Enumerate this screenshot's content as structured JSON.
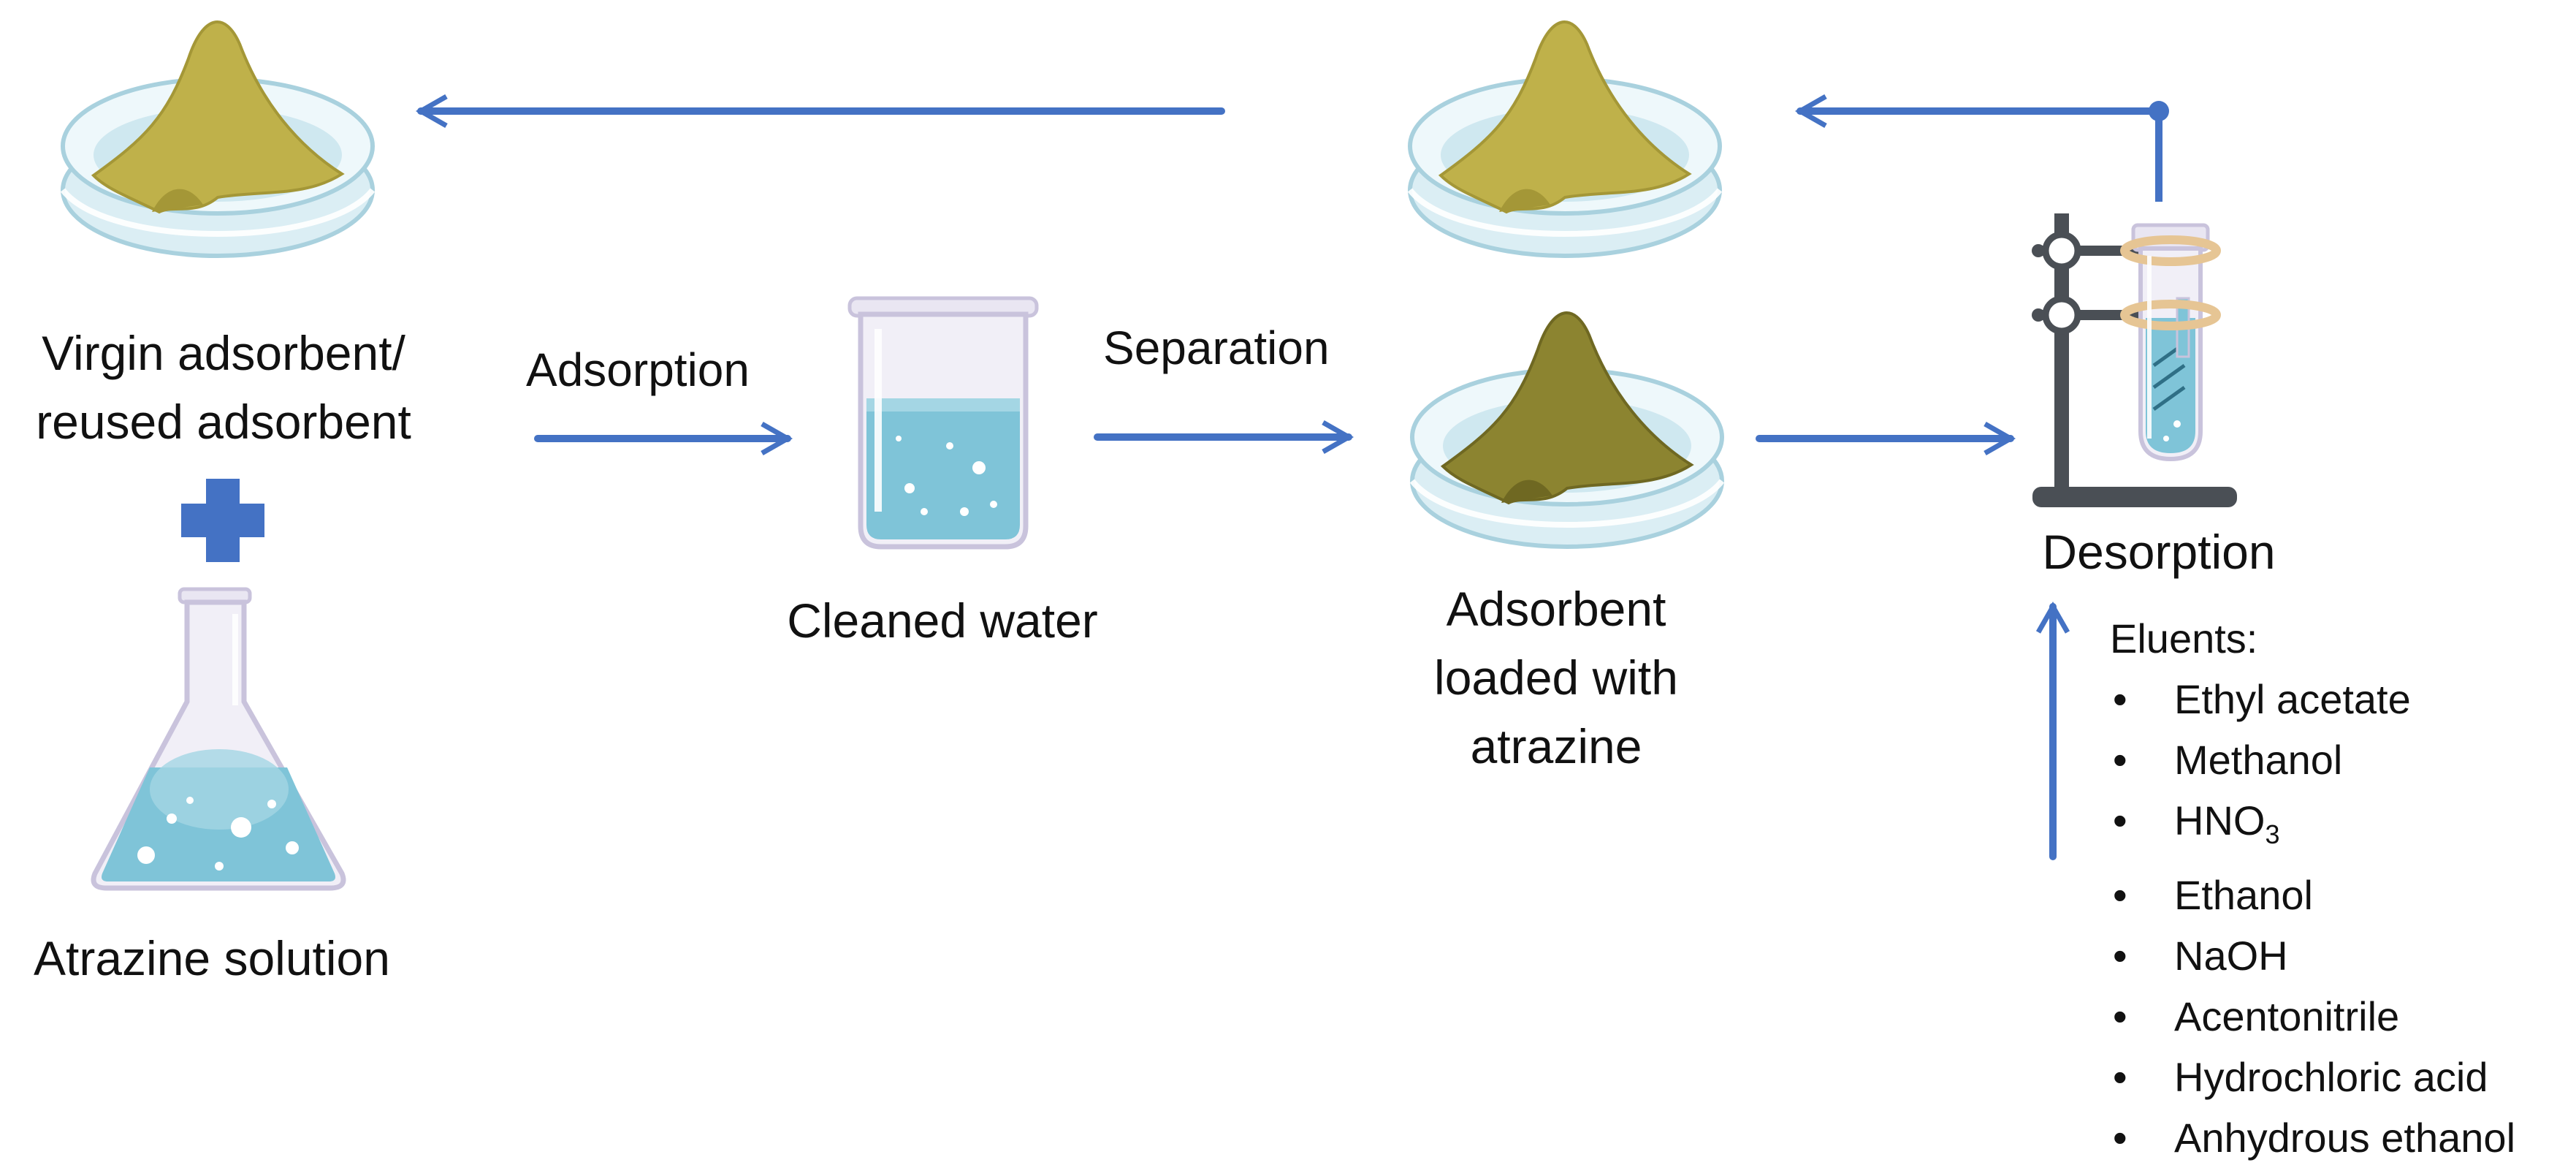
{
  "labels": {
    "virgin_line1": "Virgin adsorbent/",
    "virgin_line2": "reused adsorbent",
    "atrazine_solution": "Atrazine solution",
    "cleaned_water": "Cleaned water",
    "loaded_line1": "Adsorbent",
    "loaded_line2": "loaded with",
    "loaded_line3": "atrazine",
    "desorption": "Desorption"
  },
  "steps": {
    "adsorption": "Adsorption",
    "separation": "Separation"
  },
  "eluents": {
    "title": "Eluents:",
    "items": [
      {
        "text": "Ethyl acetate"
      },
      {
        "text": "Methanol"
      },
      {
        "text": "HNO",
        "sub": "3"
      },
      {
        "text": "Ethanol"
      },
      {
        "text": "NaOH"
      },
      {
        "text": "Acentonitrile"
      },
      {
        "text": "Hydrochloric acid"
      },
      {
        "text": "Anhydrous ethanol"
      }
    ]
  },
  "colors": {
    "arrow": "#4472c4",
    "powder_virgin": "#bfb14a",
    "powder_loaded": "#8c8430",
    "water": "#7fc4d8",
    "glass": "#e8f3f7",
    "stand": "#4a4f55"
  }
}
